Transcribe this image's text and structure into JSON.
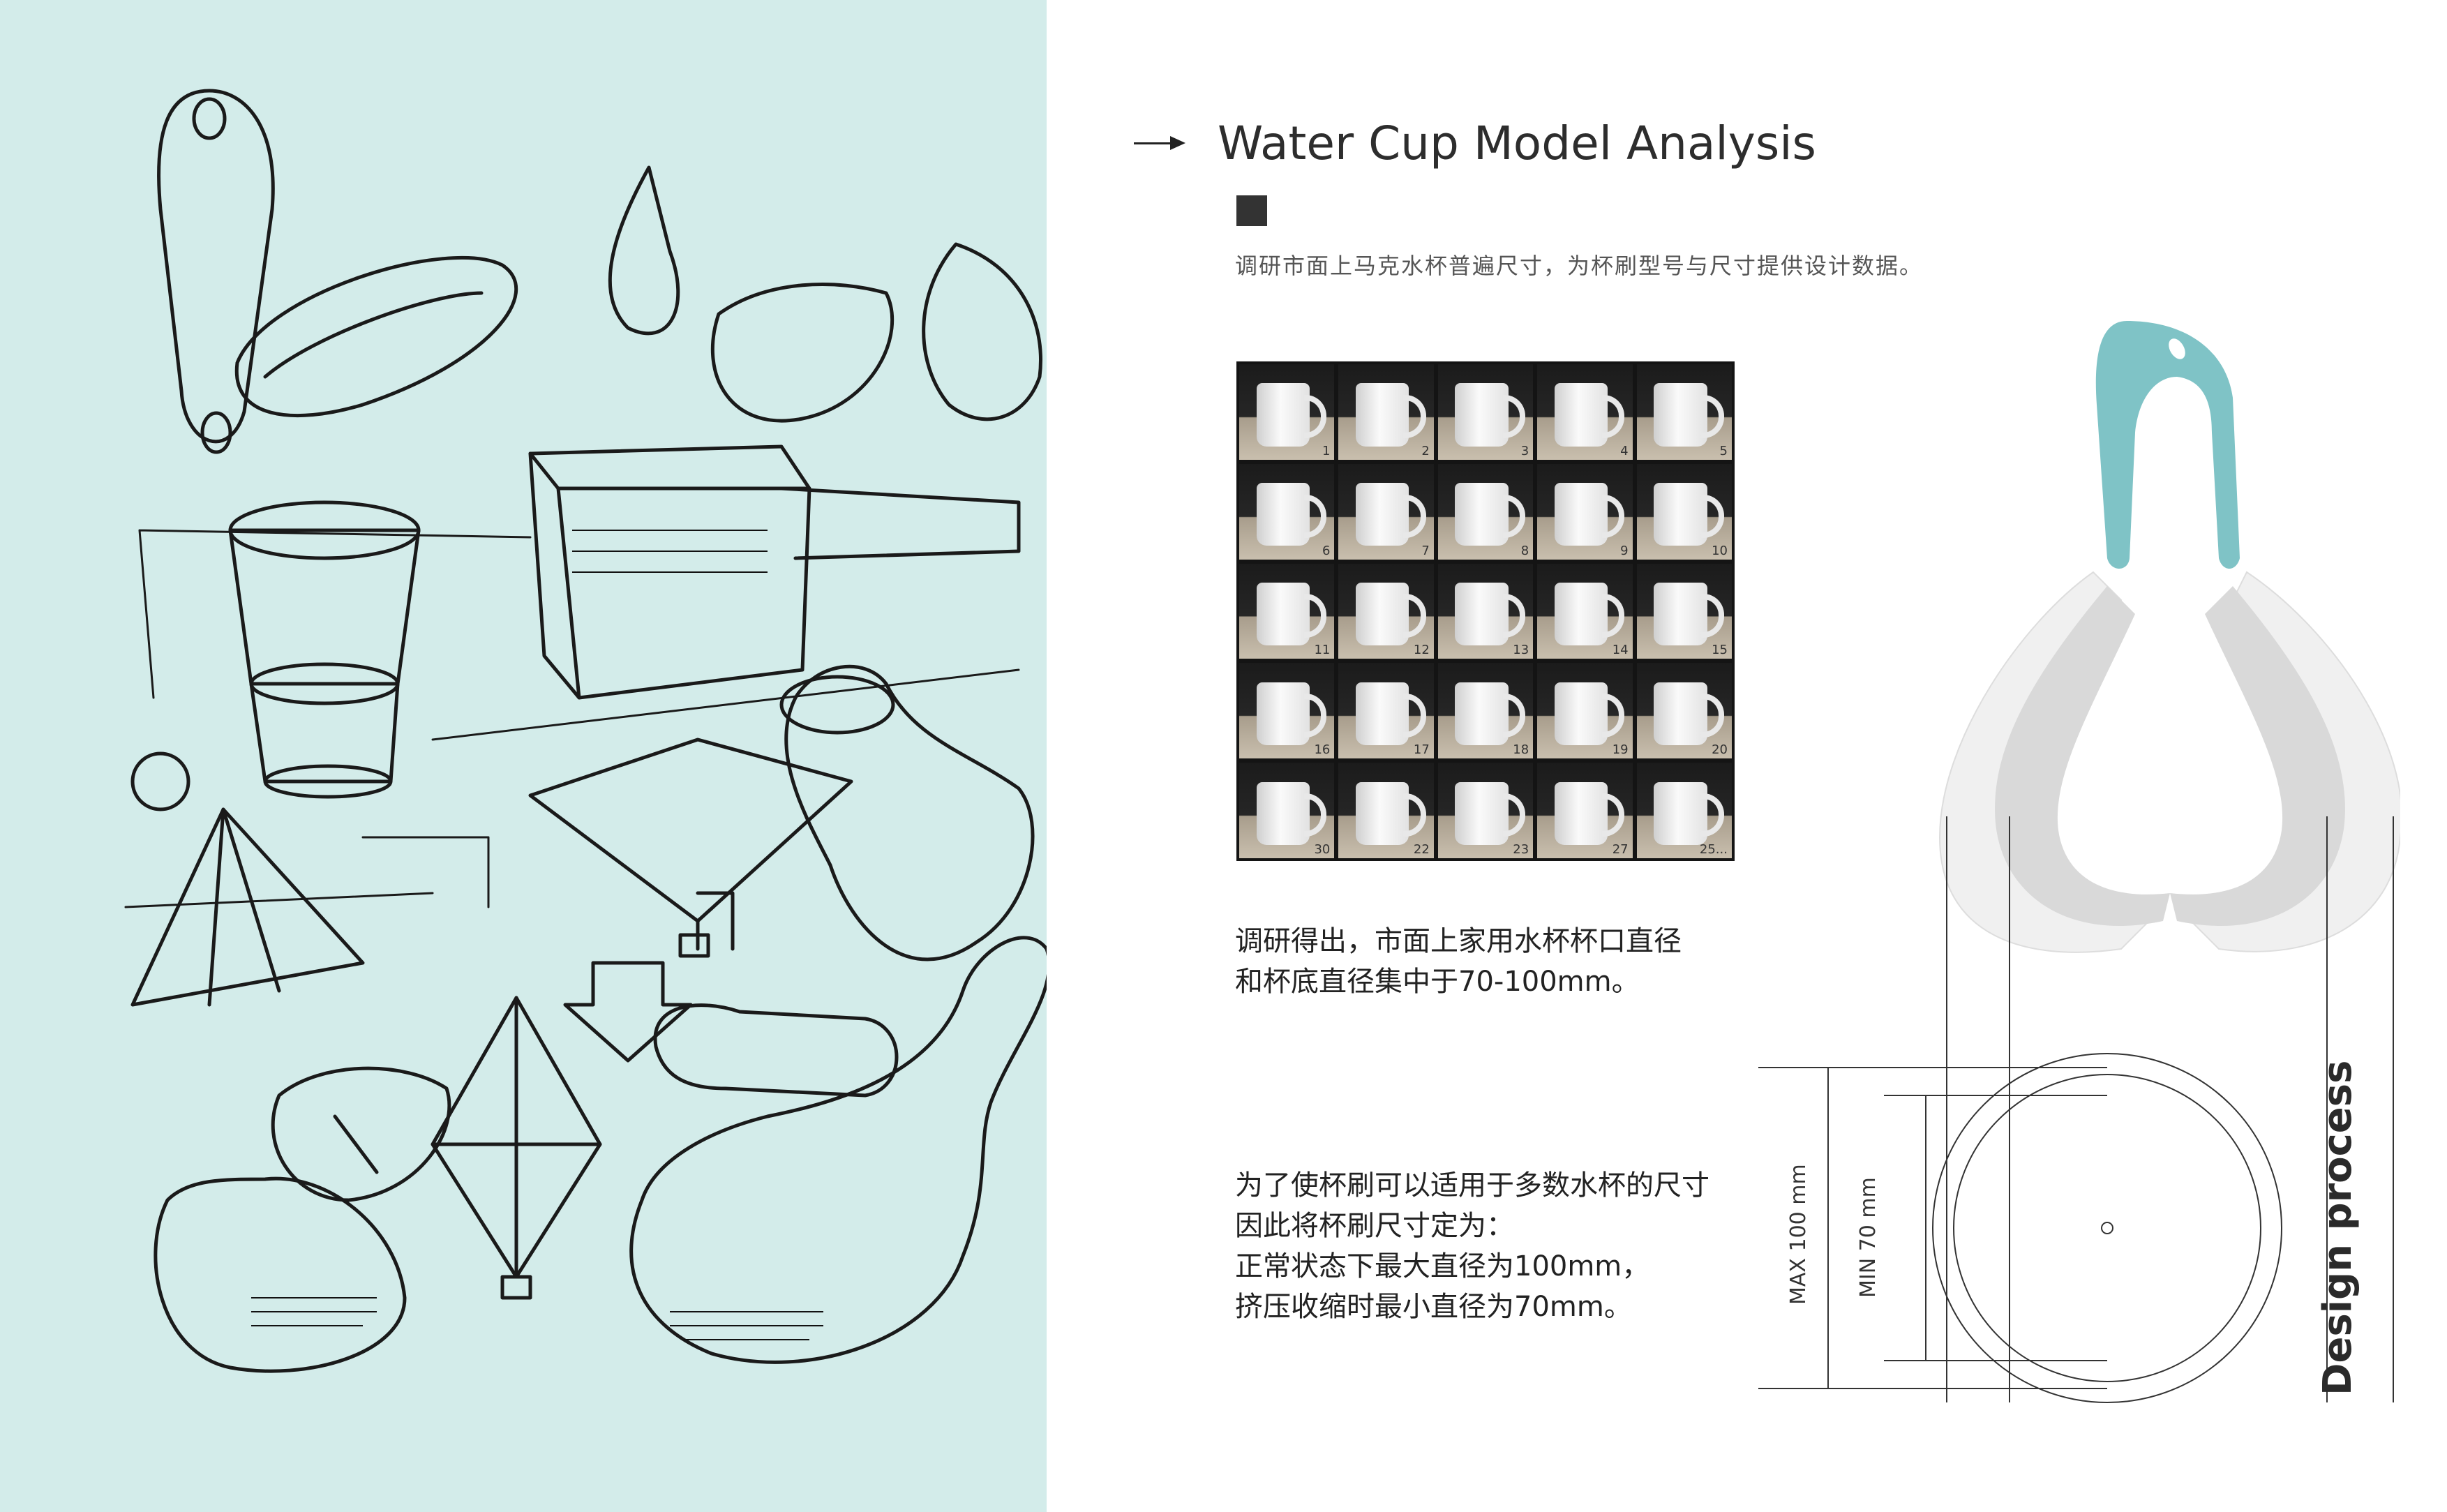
{
  "header": {
    "title": "Water Cup Model Analysis",
    "subtitle": "调研市面上马克水杯普遍尺寸，为杯刷型号与尺寸提供设计数据。"
  },
  "mug_grid": {
    "labels": [
      "1",
      "2",
      "3",
      "4",
      "5",
      "6",
      "7",
      "8",
      "9",
      "10",
      "11",
      "12",
      "13",
      "14",
      "15",
      "16",
      "17",
      "18",
      "19",
      "20",
      "30",
      "22",
      "23",
      "27",
      "25..."
    ]
  },
  "findings": {
    "line1": "调研得出，市面上家用水杯杯口直径",
    "line2": "和杯底直径集中于70-100mm。"
  },
  "specification": {
    "line1": "为了使杯刷可以适用于多数水杯的尺寸",
    "line2": "因此将杯刷尺寸定为：",
    "line3": "正常状态下最大直径为100mm，",
    "line4": "挤压收缩时最小直径为70mm。"
  },
  "dimensions": {
    "max_label": "MAX 100 mm",
    "min_label": "MIN  70 mm"
  },
  "side_label": "Design process",
  "colors": {
    "left_panel": "#d3ecea",
    "accent_teal": "#7fc3c6",
    "text_dark": "#2d2d2d"
  }
}
